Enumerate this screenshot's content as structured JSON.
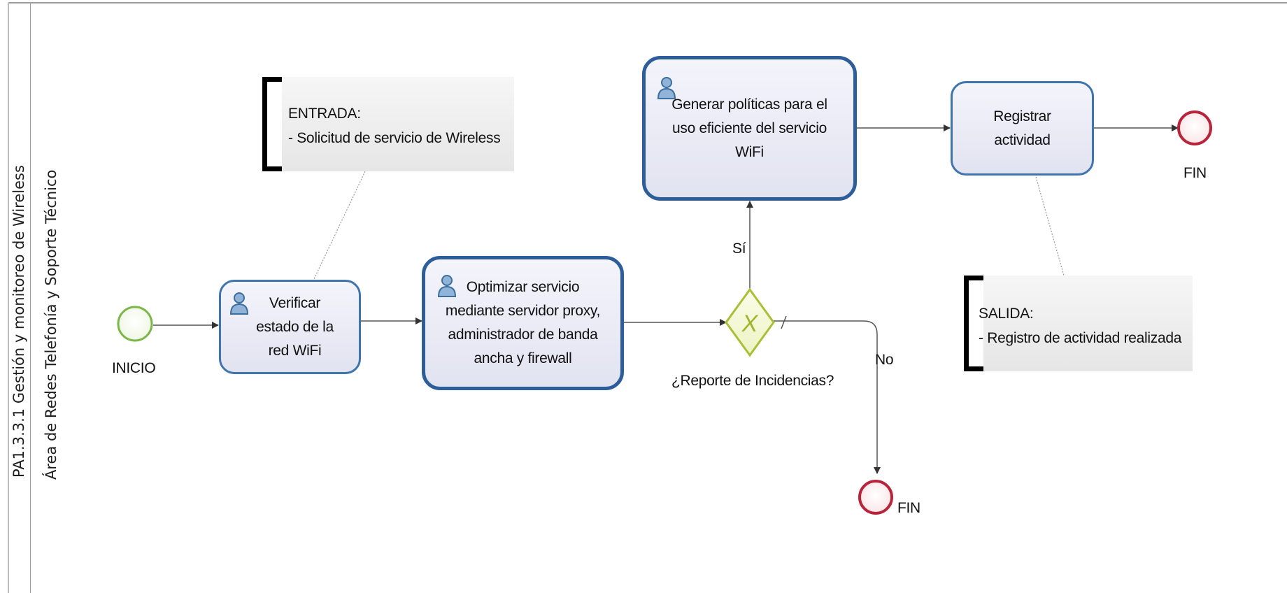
{
  "pool": {
    "title": "PA1.3.3.1 Gestión y monitoreo de Wireless",
    "lane_title": "Área de Redes Telefonía y Soporte Técnico"
  },
  "events": {
    "start_label": "INICIO",
    "end_top_label": "FIN",
    "end_bottom_label": "FIN"
  },
  "tasks": {
    "verificar": "Verificar\nestado de la\nred WiFi",
    "optimizar": "Optimizar servicio\nmediante servidor proxy,\nadministrador de banda\nancha y firewall",
    "generar": "Generar políticas para el\nuso eficiente del servicio\nWiFi",
    "registrar": "Registrar\nactividad"
  },
  "gateway": {
    "question": "¿Reporte de Incidencias?",
    "yes_label": "Sí",
    "no_label": "No",
    "marker": "X"
  },
  "annotations": {
    "entrada": "ENTRADA:\n- Solicitud de servicio de Wireless",
    "salida": "SALIDA:\n- Registro de actividad realizada"
  },
  "colors": {
    "task_border": "#3f74ad",
    "start_event": "#7ab648",
    "end_event": "#b8243c",
    "gateway": "#a9bf35",
    "flow": "#555555"
  },
  "icons": {
    "task_icon": "user-icon",
    "gateway_icon": "exclusive-gateway-icon"
  }
}
